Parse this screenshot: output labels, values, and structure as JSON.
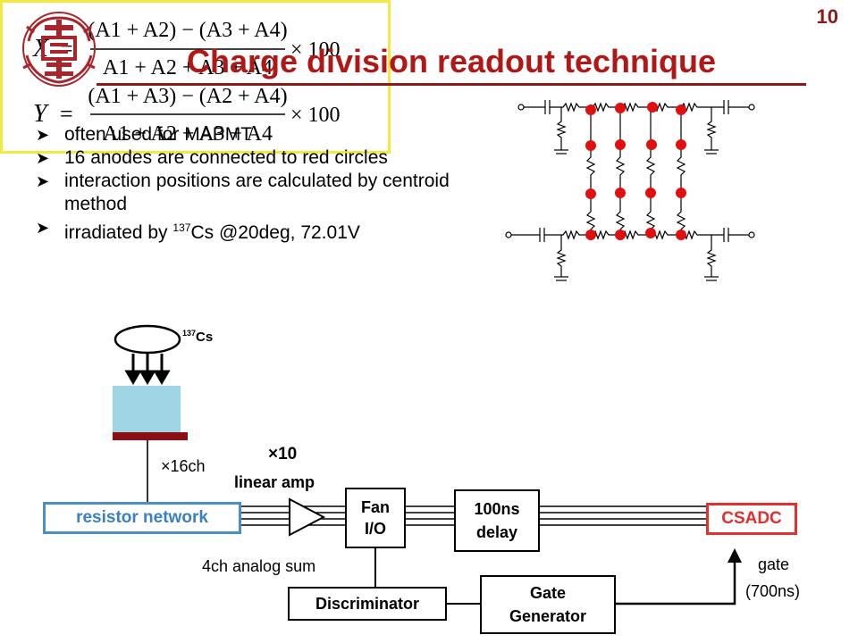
{
  "page_number": "10",
  "title": "Charge division readout technique",
  "bullets": [
    {
      "text": "often used for MAPMT"
    },
    {
      "text": "16 anodes are connected to red circles"
    },
    {
      "text": "interaction positions are calculated by centroid method"
    },
    {
      "pre": "irradiated by ",
      "sup": "137",
      "post": "Cs @20deg, 72.01V"
    }
  ],
  "source": {
    "sup": "137",
    "label": "Cs"
  },
  "labels": {
    "channels": "×16ch",
    "gain": "×10",
    "amp": "linear amp",
    "analog_sum": "4ch analog sum",
    "gate": "gate",
    "gate_width": "(700ns)"
  },
  "boxes": {
    "resistor_network": "resistor network",
    "fan_line1": "Fan",
    "fan_line2": "I/O",
    "delay_line1": "100ns",
    "delay_line2": "delay",
    "csadc": "CSADC",
    "discriminator": "Discriminator",
    "gate_gen_line1": "Gate",
    "gate_gen_line2": "Generator"
  },
  "formulas": {
    "x_lhs": "X",
    "x_numerator": "(A1 + A2) − (A3 + A4)",
    "x_denominator": "A1 + A2 + A3 + A4",
    "y_lhs": "Y",
    "y_numerator": "(A1 + A3) − (A2 + A4)",
    "y_denominator": "A1 + A2 + A3 + A4",
    "factor": "× 100"
  },
  "colors": {
    "title": "#b01818",
    "resistor_network_border": "#4a8fc7",
    "csadc_border": "#e03030",
    "formula_border": "#f5e840",
    "anode_dot": "#e01010",
    "scintillator": "#9fd5e4"
  },
  "icons": [
    "university-crest-logo",
    "source-ellipse",
    "amplifier-triangle"
  ]
}
